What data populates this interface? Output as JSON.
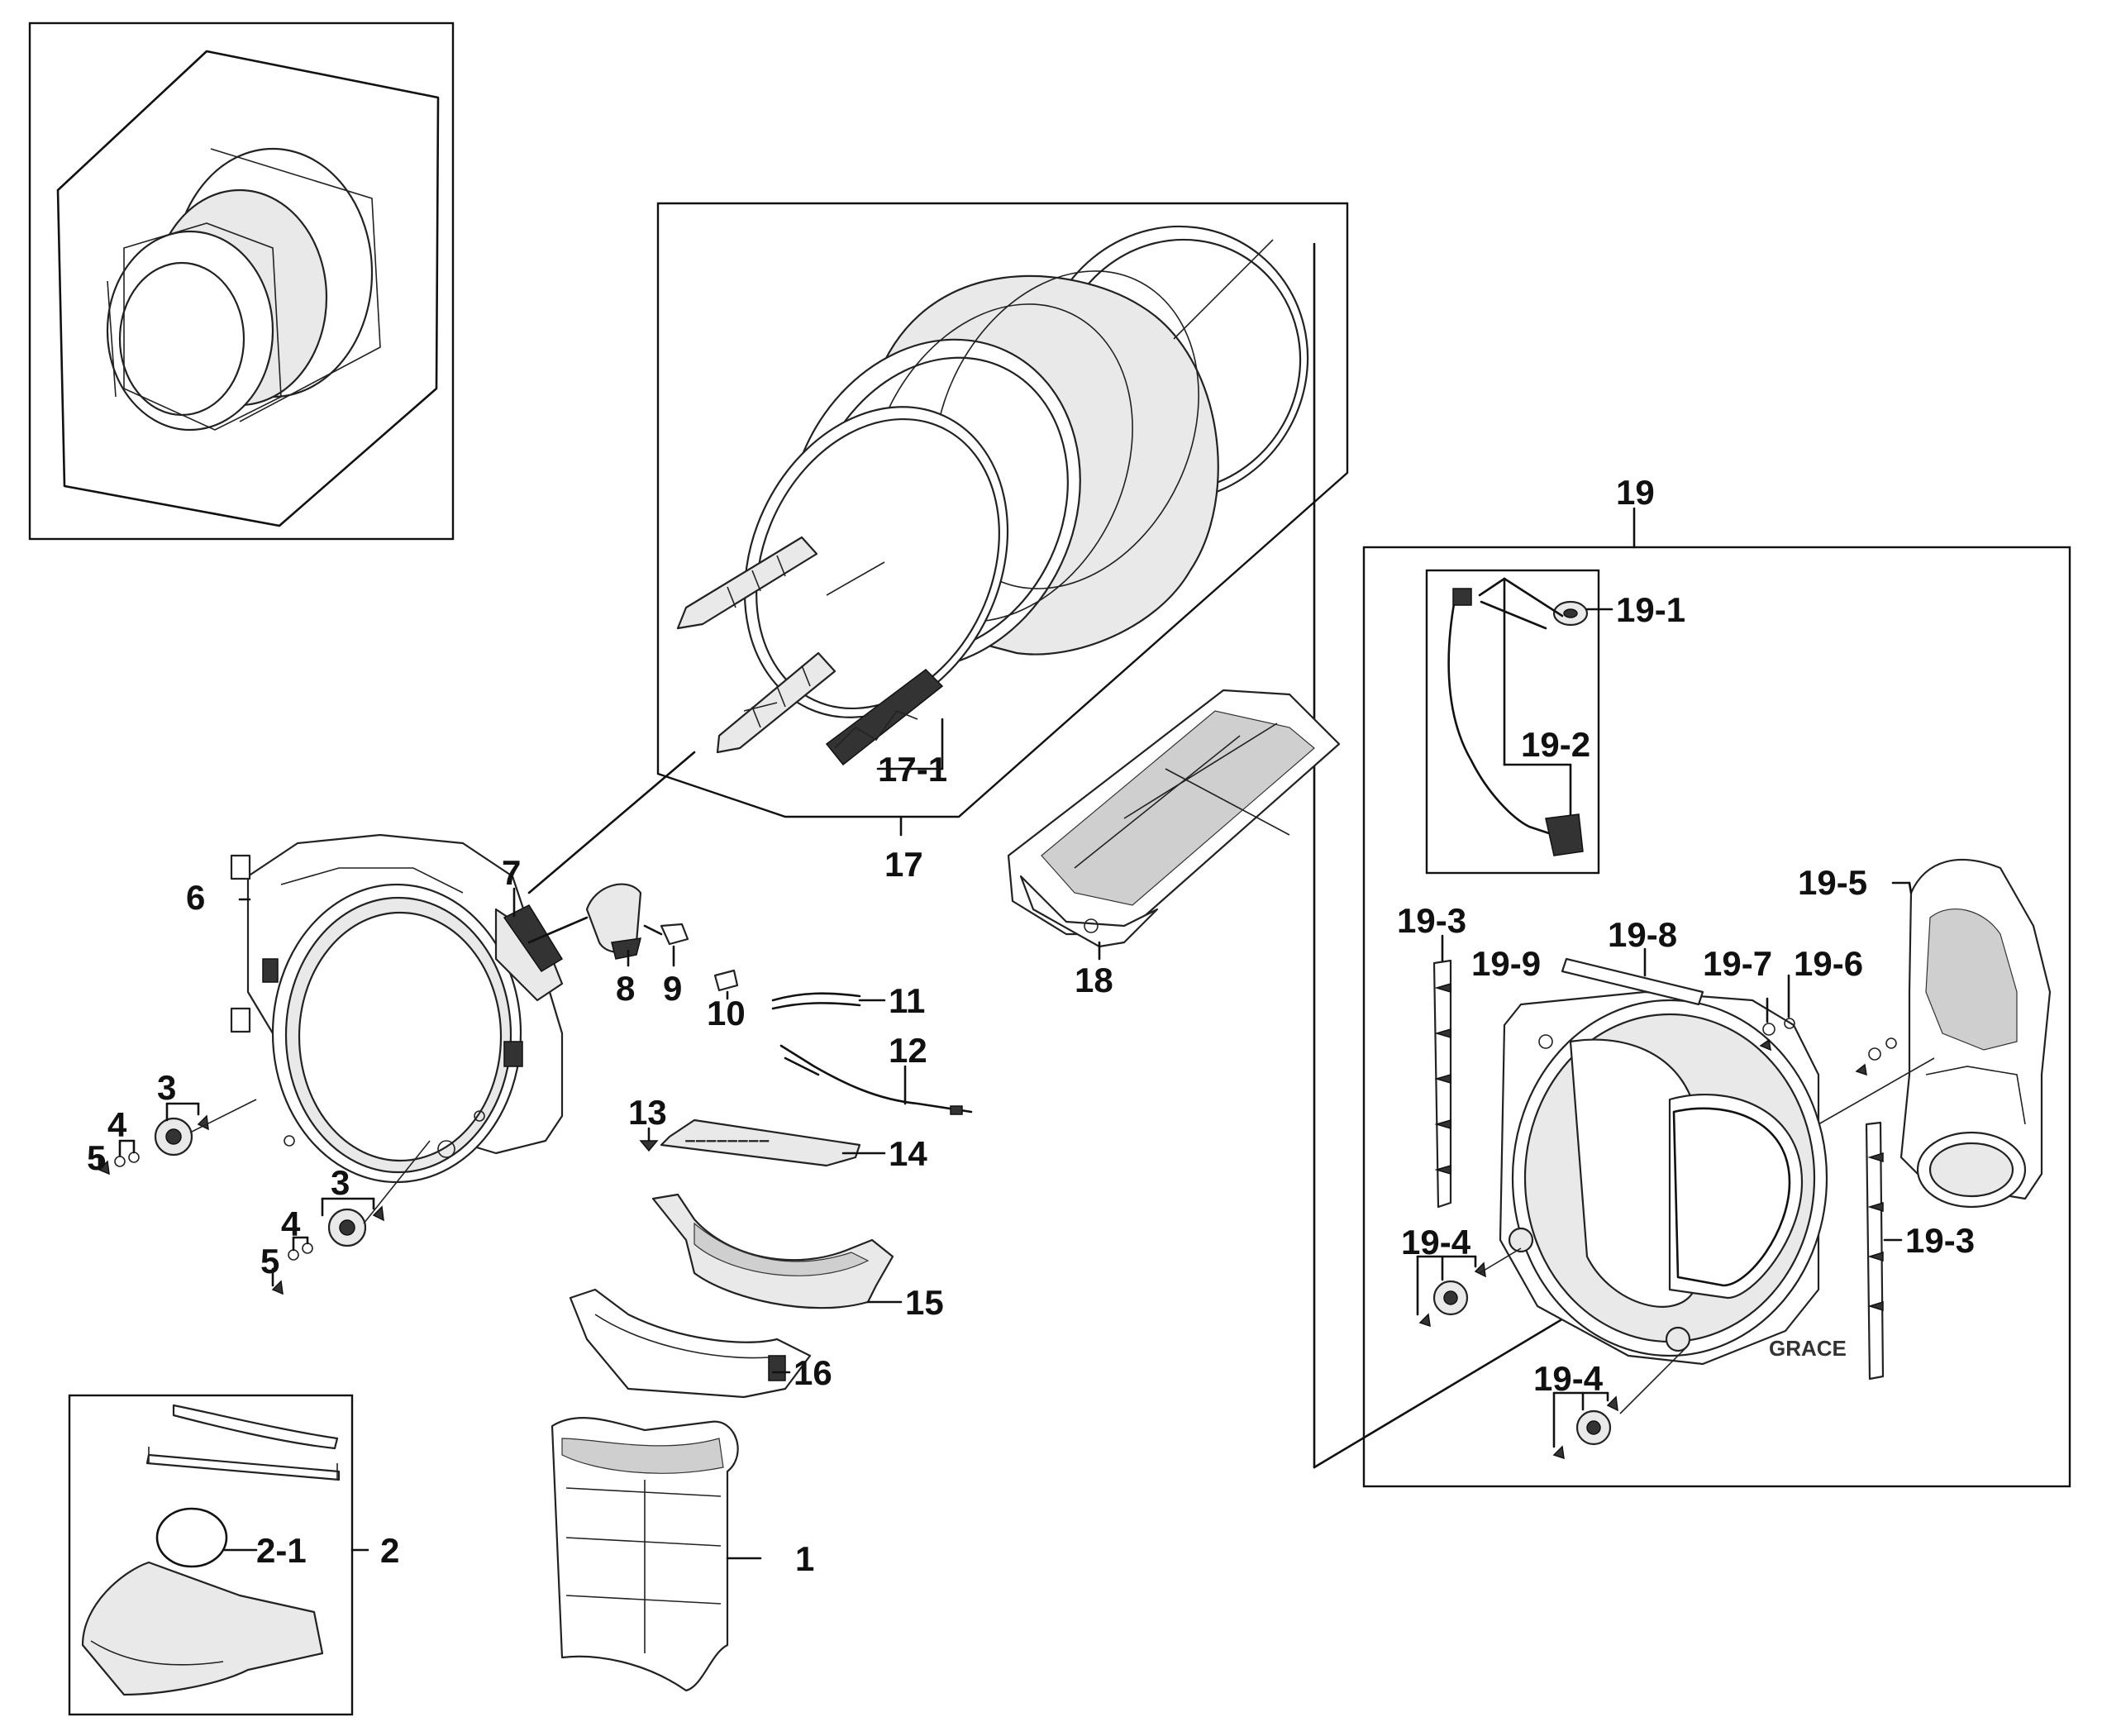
{
  "labels": {
    "p1": "1",
    "p2": "2",
    "p2_1": "2-1",
    "p3a": "3",
    "p3b": "3",
    "p4a": "4",
    "p4b": "4",
    "p5a": "5",
    "p5b": "5",
    "p6": "6",
    "p7": "7",
    "p8": "8",
    "p9": "9",
    "p10": "10",
    "p11": "11",
    "p12": "12",
    "p13": "13",
    "p14": "14",
    "p15": "15",
    "p16": "16",
    "p17": "17",
    "p17_1": "17-1",
    "p18": "18",
    "p19": "19",
    "p19_1": "19-1",
    "p19_2": "19-2",
    "p19_3a": "19-3",
    "p19_3b": "19-3",
    "p19_4a": "19-4",
    "p19_4b": "19-4",
    "p19_5": "19-5",
    "p19_6": "19-6",
    "p19_7": "19-7",
    "p19_8": "19-8",
    "p19_9": "19-9"
  },
  "embossed": {
    "rear_bulkhead": "GRACE"
  }
}
